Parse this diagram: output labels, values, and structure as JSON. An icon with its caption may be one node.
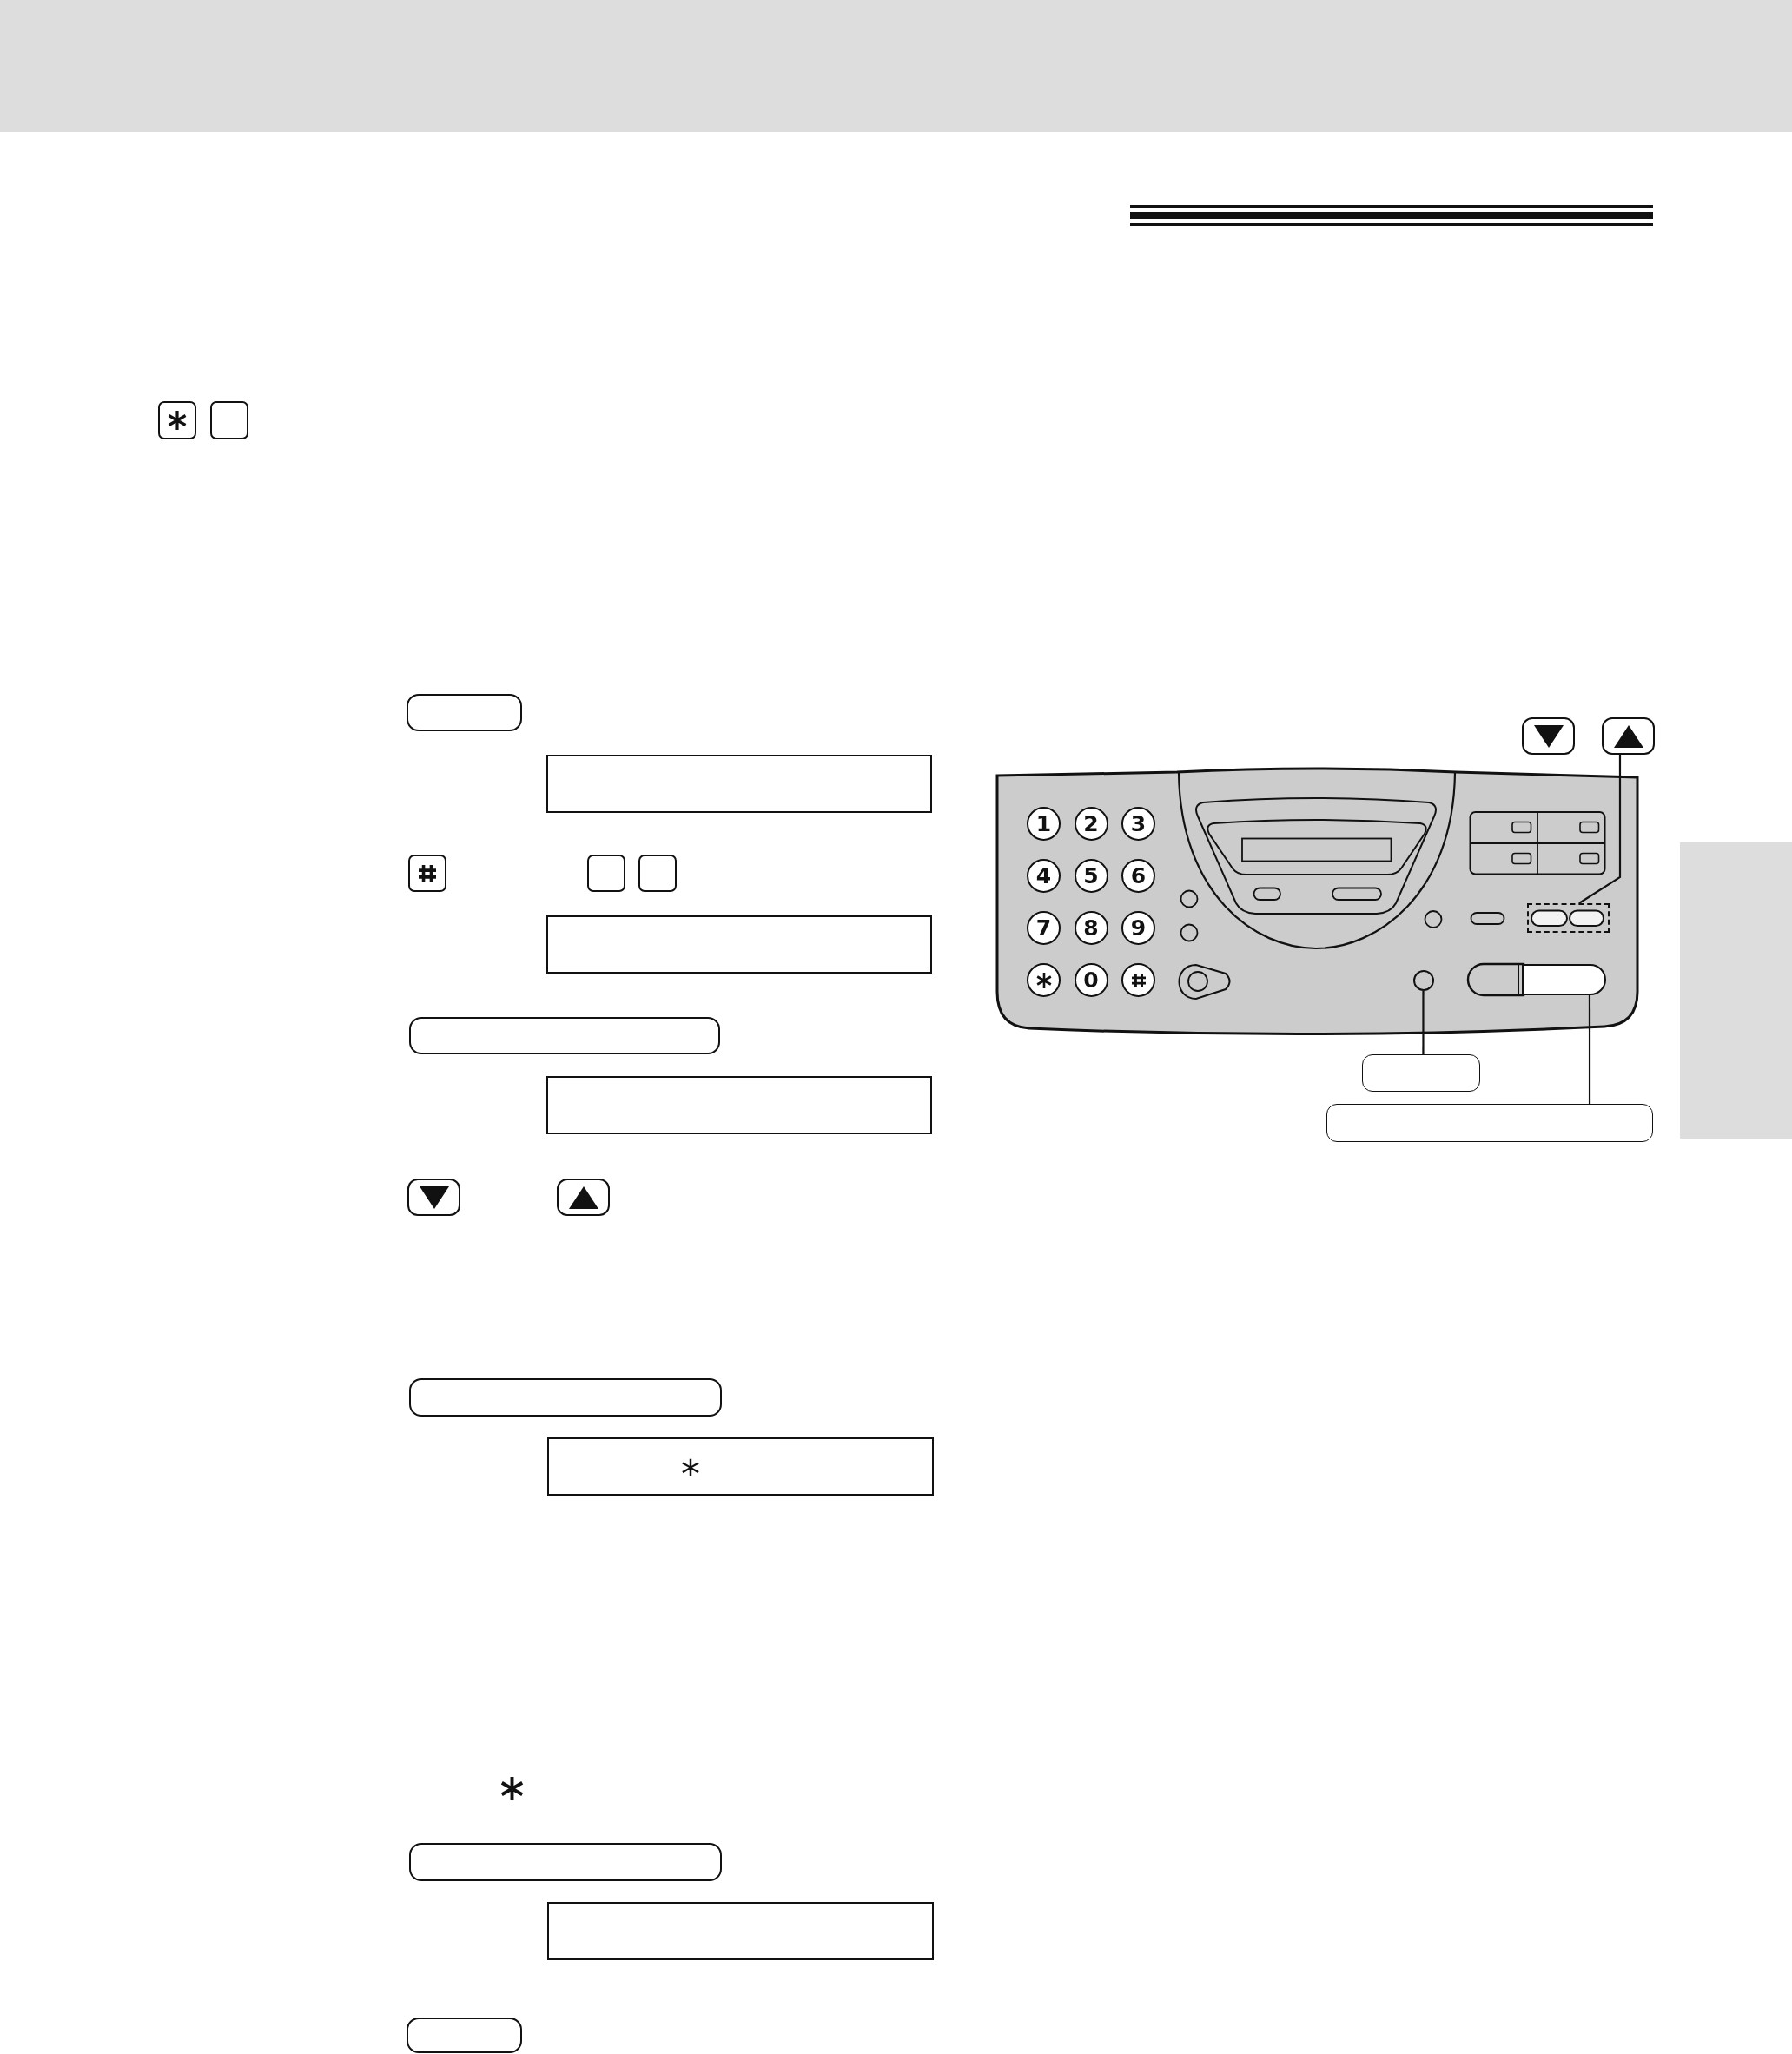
{
  "diagram": {
    "nodes": [
      {
        "text": [],
        "shape": "box"
      },
      {
        "text": [],
        "shape": "box"
      },
      {
        "text": [],
        "shape": "box"
      },
      {
        "text": [],
        "shape": "box"
      },
      {
        "text": [],
        "shape": "box"
      },
      {
        "text": [],
        "shape": "box"
      },
      {
        "text": [],
        "shape": "box"
      },
      {
        "text": [],
        "shape": "box"
      },
      {
        "text": [],
        "shape": "box"
      },
      {
        "text": [],
        "shape": "box"
      },
      {
        "text": [],
        "shape": "box"
      },
      {
        "text": [],
        "shape": "box"
      },
      {
        "text": [],
        "shape": "box"
      },
      {
        "text": [
          "*"
        ]
      },
      {
        "text": [],
        "shape": "box"
      },
      {
        "text": [],
        "shape": "box"
      },
      {
        "text": [],
        "shape": "box"
      },
      {
        "text": [],
        "shape": "box"
      },
      {
        "text": [],
        "shape": "box"
      },
      {
        "text": [],
        "shape": "picture"
      },
      {
        "text": [
          "1"
        ],
        "in": 19
      },
      {
        "text": [
          "2"
        ],
        "in": 19
      },
      {
        "text": [
          "3"
        ],
        "in": 19
      },
      {
        "text": [
          "4"
        ],
        "in": 19
      },
      {
        "text": [
          "5"
        ],
        "in": 19
      },
      {
        "text": [
          "6"
        ],
        "in": 19
      },
      {
        "text": [
          "7"
        ],
        "in": 19
      },
      {
        "text": [
          "8"
        ],
        "in": 19
      },
      {
        "text": [
          "9"
        ],
        "in": 19
      },
      {
        "text": [],
        "shape": "circle",
        "in": 19
      },
      {
        "text": [
          "0"
        ],
        "in": 19
      },
      {
        "text": [],
        "shape": "circle",
        "in": 19
      },
      {
        "text": [],
        "shape": "box",
        "in": 19
      },
      {
        "text": [],
        "shape": "circle",
        "in": 19
      },
      {
        "text": [],
        "shape": "box",
        "in": 19
      },
      {
        "text": [],
        "shape": "box"
      },
      {
        "text": [],
        "shape": "box"
      },
      {
        "text": [],
        "shape": "box"
      }
    ],
    "edges": [
      {
        "from": 18,
        "to": 32,
        "arrow": "none"
      },
      {
        "from": 35,
        "to": 33,
        "arrow": "none"
      },
      {
        "from": 36,
        "to": 34,
        "arrow": "none"
      }
    ]
  }
}
